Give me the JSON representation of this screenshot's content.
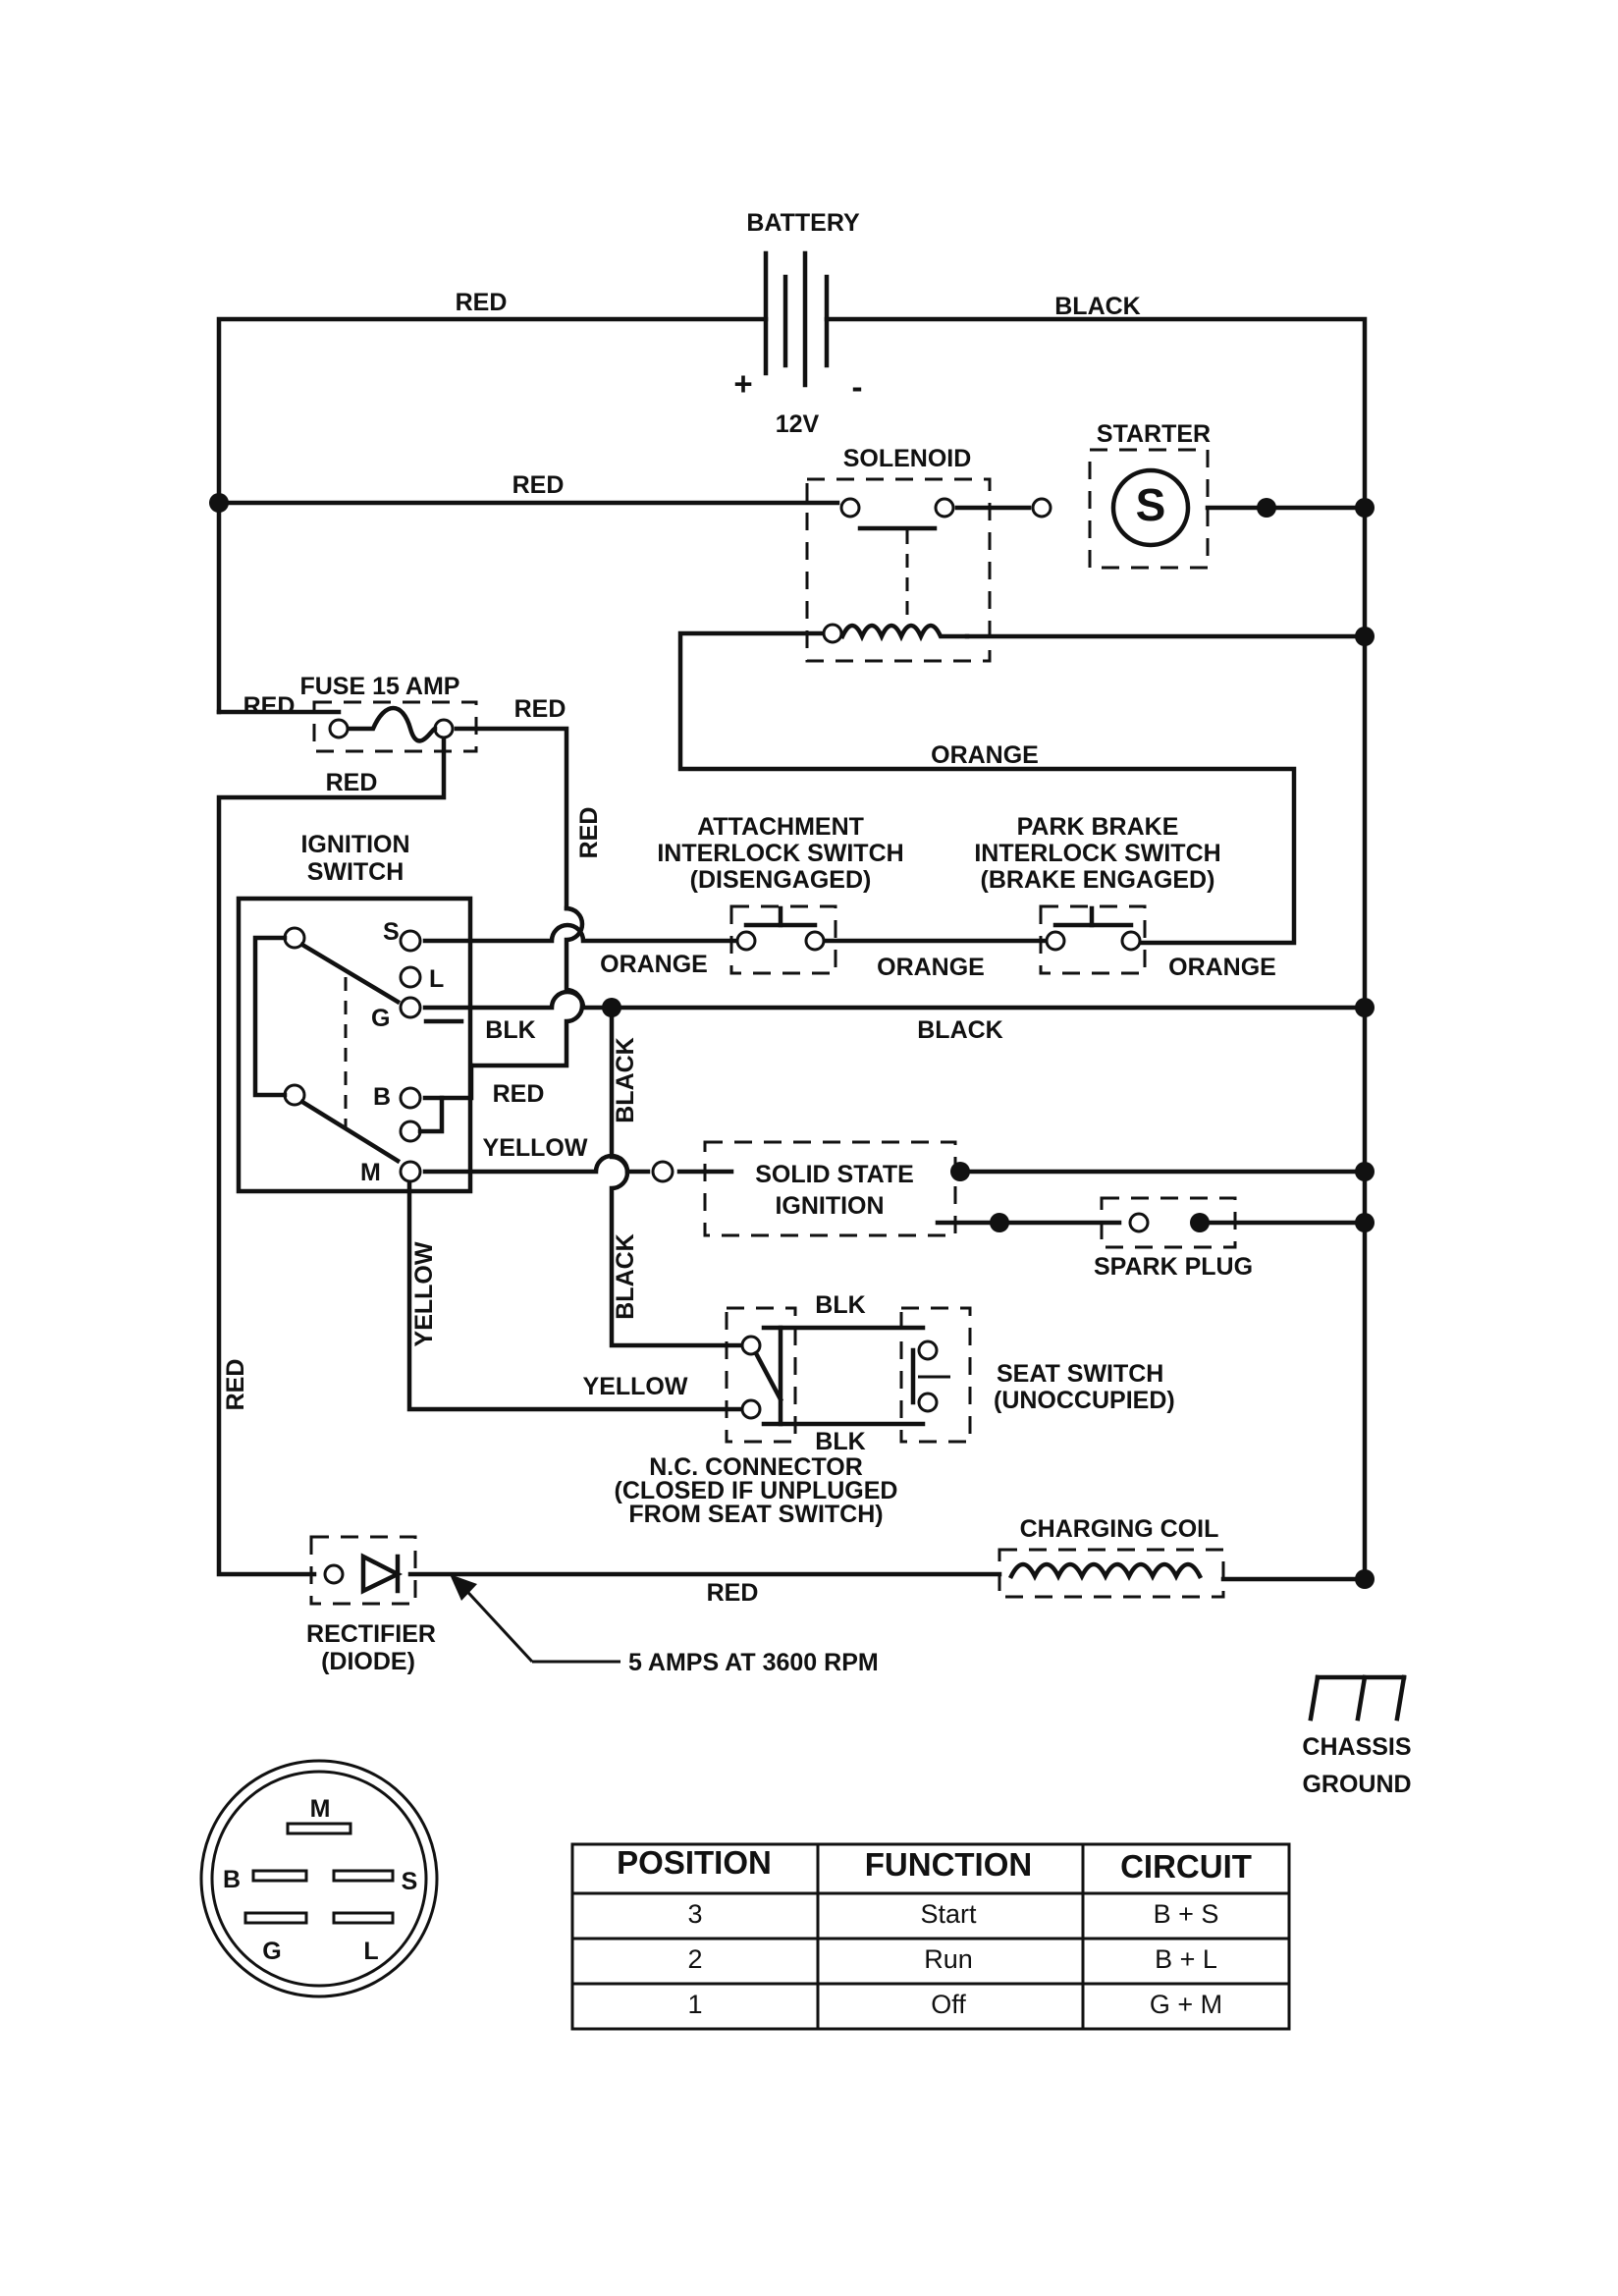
{
  "labels": {
    "battery": "BATTERY",
    "battery_plus": "+",
    "battery_minus": "-",
    "battery_voltage": "12V",
    "solenoid": "SOLENOID",
    "starter": "STARTER",
    "starter_symbol": "S",
    "fuse": "FUSE 15 AMP",
    "ignition_switch_1": "IGNITION",
    "ignition_switch_2": "SWITCH",
    "term_s": "S",
    "term_l": "L",
    "term_g": "G",
    "term_b": "B",
    "term_m": "M",
    "attach_1": "ATTACHMENT",
    "attach_2": "INTERLOCK SWITCH",
    "attach_3": "(DISENGAGED)",
    "park_1": "PARK BRAKE",
    "park_2": "INTERLOCK SWITCH",
    "park_3": "(BRAKE ENGAGED)",
    "ssi_1": "SOLID STATE",
    "ssi_2": "IGNITION",
    "spark_plug": "SPARK PLUG",
    "seat_1": "SEAT SWITCH",
    "seat_2": "(UNOCCUPIED)",
    "nc_1": "N.C. CONNECTOR",
    "nc_2": "(CLOSED IF UNPLUGED",
    "nc_3": "FROM SEAT SWITCH)",
    "coil": "CHARGING COIL",
    "rect_1": "RECTIFIER",
    "rect_2": "(DIODE)",
    "amps": "5 AMPS AT 3600 RPM",
    "ground_1": "CHASSIS",
    "ground_2": "GROUND"
  },
  "wires": {
    "red": "RED",
    "black": "BLACK",
    "orange": "ORANGE",
    "blk": "BLK",
    "yellow": "YELLOW"
  },
  "connector": {
    "m": "M",
    "b": "B",
    "s": "S",
    "g": "G",
    "l": "L"
  },
  "table": {
    "headers": [
      "POSITION",
      "FUNCTION",
      "CIRCUIT"
    ],
    "rows": [
      [
        "3",
        "Start",
        "B + S"
      ],
      [
        "2",
        "Run",
        "B + L"
      ],
      [
        "1",
        "Off",
        "G + M"
      ]
    ]
  }
}
